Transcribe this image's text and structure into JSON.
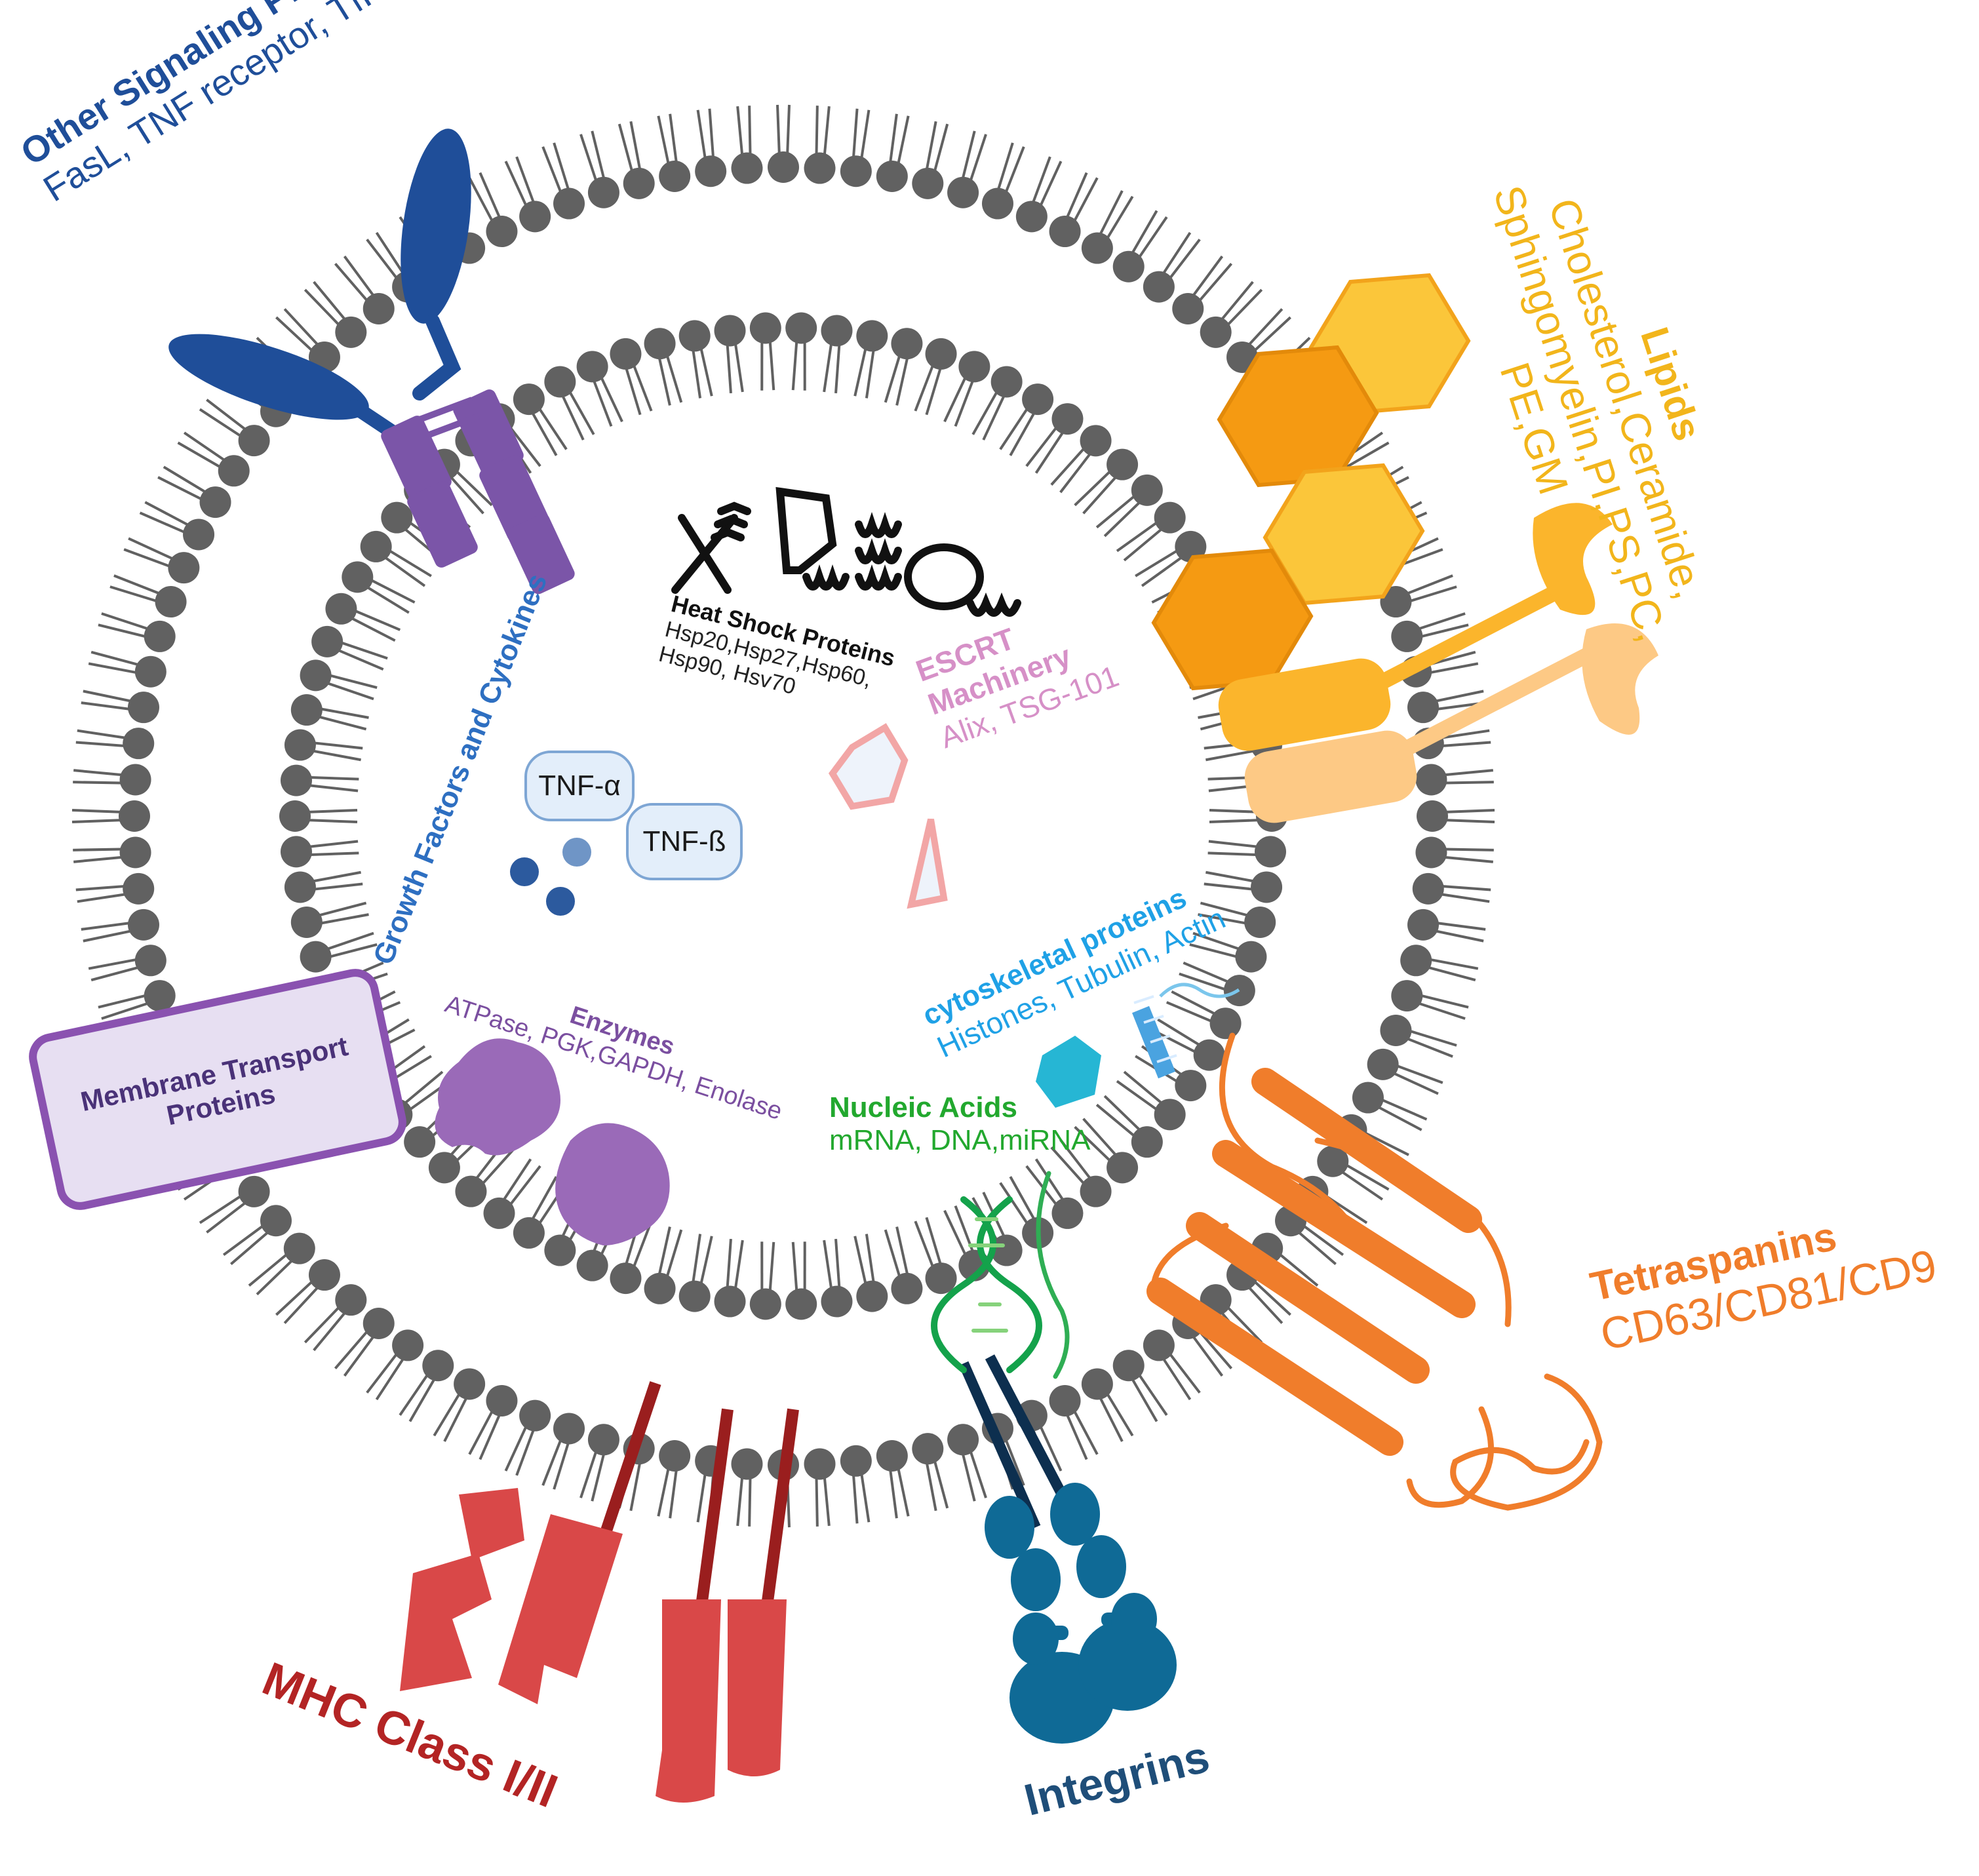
{
  "colors": {
    "membrane": "#616161",
    "signaling": "#1f4e99",
    "signaling_purple": "#7b55a8",
    "lipids": "#f2b51b",
    "lipid_orange": "#f59a12",
    "tetraspanins": "#f07d2b",
    "integrins": "#0f6a96",
    "mhc": "#d94848",
    "mhc_text": "#b32424",
    "growth": "#2e6fc1",
    "escrt": "#d690c7",
    "cyto": "#1fa1e6",
    "nucleic": "#22a82e",
    "enzymes": "#7b4fa0",
    "transport_border": "#8a52b0",
    "transport_fill": "#e7dff2"
  },
  "labels": {
    "signaling_title": "Other Signaling Proteins",
    "signaling_items": "FasL, TNF receptor, TfR",
    "lipids_title": "Lipids",
    "lipids_line1": "Cholesterol,Ceramide,",
    "lipids_line2": "Sphingomyelin,PI,PS,PC,",
    "lipids_line3": "PE,GM",
    "heat_shock_title": "Heat Shock Proteins",
    "heat_shock_line1": "Hsp20,Hsp27,Hsp60,",
    "heat_shock_line2": "Hsp90, Hsv70",
    "growth_title": "Growth Factors and Cytokines",
    "tnf_alpha": "TNF-α",
    "tnf_beta": "TNF-ß",
    "escrt_title1": "ESCRT",
    "escrt_title2": "Machinery",
    "escrt_items": "Alix, TSG-101",
    "cyto_title": "cytoskeletal proteins",
    "cyto_items": "Histones, Tubulin, Actin",
    "enzymes_title": "Enzymes",
    "enzymes_items": "ATPase, PGK,GAPDH, Enolase",
    "transport_line1": "Membrane Transport",
    "transport_line2": "Proteins",
    "nucleic_title": "Nucleic Acids",
    "nucleic_items": "mRNA, DNA,miRNA",
    "tetra_title": "Tetraspanins",
    "tetra_items": "CD63/CD81/CD9",
    "mhc_title": "MHC Class I/II",
    "integrins_title": "Integrins"
  }
}
